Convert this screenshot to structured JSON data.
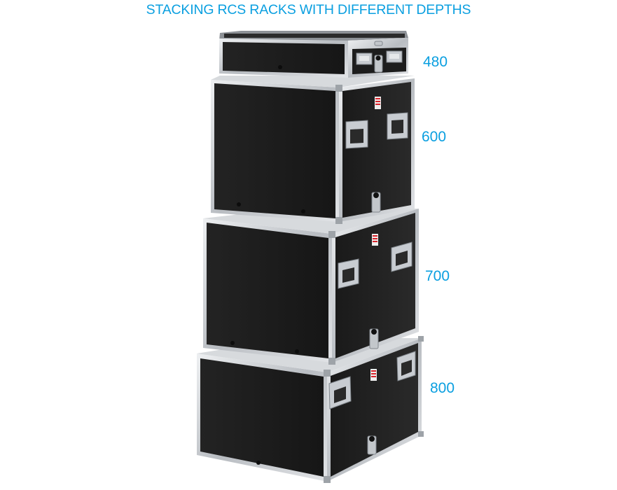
{
  "title": "STACKING RCS RACKS WITH DIFFERENT DEPTHS",
  "colors": {
    "accent": "#0a9fe0",
    "case_body": "#1c1c1c",
    "aluminum": "#c9ccd0",
    "logo_red": "#d8232a"
  },
  "racks": [
    {
      "id": "rack-480",
      "depth_label": "480"
    },
    {
      "id": "rack-600",
      "depth_label": "600"
    },
    {
      "id": "rack-700",
      "depth_label": "700"
    },
    {
      "id": "rack-800",
      "depth_label": "800"
    }
  ]
}
